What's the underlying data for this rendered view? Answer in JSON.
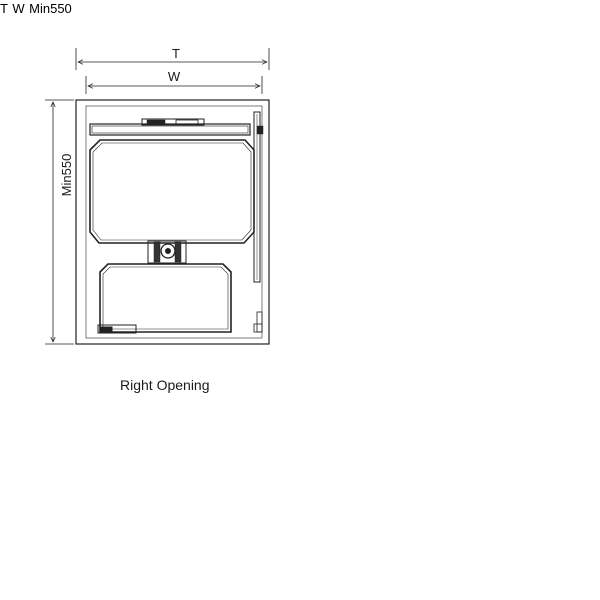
{
  "diagram": {
    "left_view": {
      "total_width_label": "T",
      "inner_width_label": "W",
      "height_label": "Min550",
      "caption": "Right Opening"
    },
    "right_view": {
      "total_width_label": "T",
      "inner_width_label": "W",
      "height_label": "Min550"
    }
  }
}
